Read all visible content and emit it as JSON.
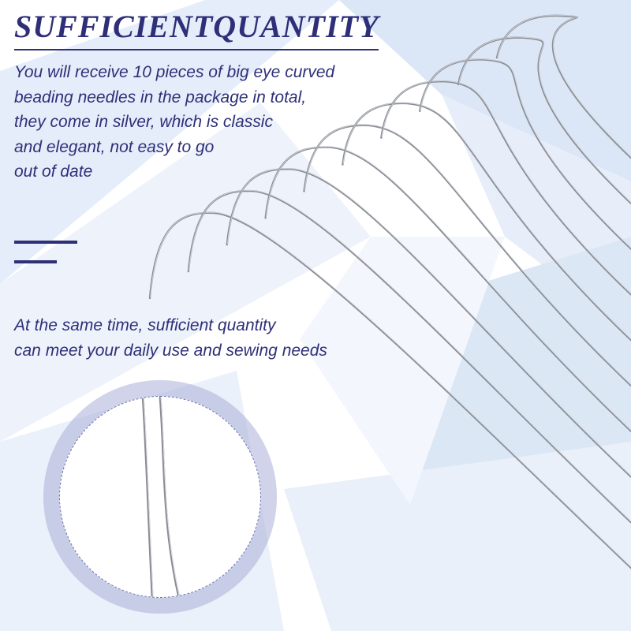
{
  "headline": "SUFFICIENTQUANTITY",
  "paragraph_1": [
    "You will receive 10 pieces of big eye curved",
    "beading needles in the package in total,",
    "they come in silver, which is classic",
    "and elegant, not easy to go",
    "out of date"
  ],
  "paragraph_2": [
    "At the same time, sufficient quantity",
    "can meet your daily use and sewing needs"
  ],
  "needle_count": 10,
  "colors": {
    "text": "#2e2f78",
    "needle": "#8a8d94",
    "needle_highlight": "#d6d8de",
    "background_tint": "#dbe7f7",
    "lens_ring": "#aaafd7"
  }
}
